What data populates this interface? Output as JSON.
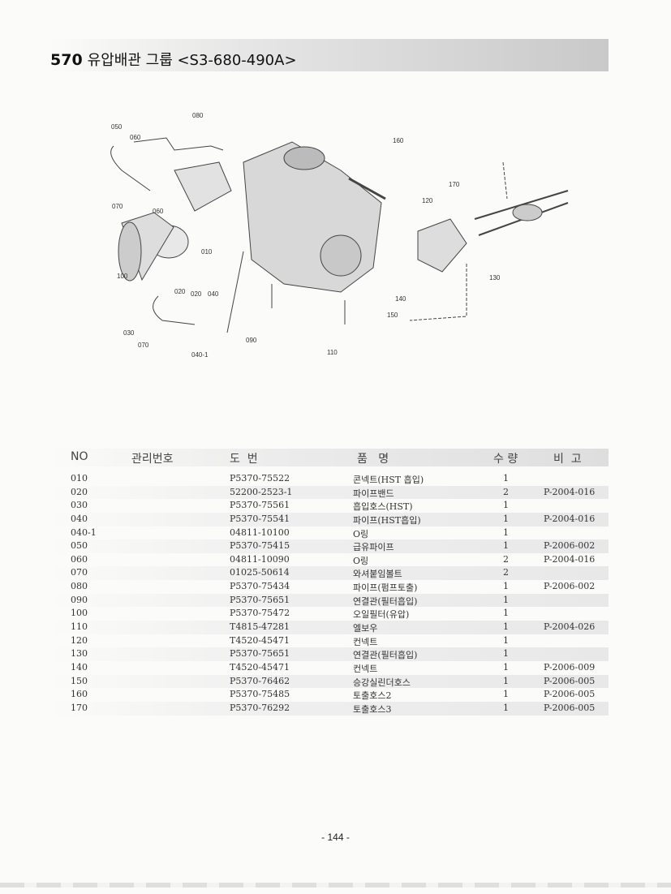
{
  "header": {
    "number": "570",
    "title": "유압배관 그룹 <S3-680-490A>"
  },
  "diagram": {
    "callouts": [
      "080",
      "050",
      "060",
      "160",
      "170",
      "120",
      "070",
      "060",
      "010",
      "100",
      "020",
      "040",
      "020",
      "030",
      "070",
      "040-1",
      "090",
      "110",
      "140",
      "150",
      "130"
    ]
  },
  "table": {
    "headers": [
      "NO",
      "관리번호",
      "도  번",
      "품   명",
      "수 량",
      "비  고"
    ],
    "rows": [
      {
        "no": "010",
        "mgmt": "",
        "drawing": "P5370-75522",
        "name": "콘넥트(HST 흡입)",
        "qty": "1",
        "note": ""
      },
      {
        "no": "020",
        "mgmt": "",
        "drawing": "52200-2523-1",
        "name": "파이프밴드",
        "qty": "2",
        "note": "P-2004-016"
      },
      {
        "no": "030",
        "mgmt": "",
        "drawing": "P5370-75561",
        "name": "흡입호스(HST)",
        "qty": "1",
        "note": ""
      },
      {
        "no": "040",
        "mgmt": "",
        "drawing": "P5370-75541",
        "name": "파이프(HST흡입)",
        "qty": "1",
        "note": "P-2004-016"
      },
      {
        "no": "040-1",
        "mgmt": "",
        "drawing": "04811-10100",
        "name": "O링",
        "qty": "1",
        "note": ""
      },
      {
        "no": "050",
        "mgmt": "",
        "drawing": "P5370-75415",
        "name": "급유파이프",
        "qty": "1",
        "note": "P-2006-002"
      },
      {
        "no": "060",
        "mgmt": "",
        "drawing": "04811-10090",
        "name": "O링",
        "qty": "2",
        "note": "P-2004-016"
      },
      {
        "no": "070",
        "mgmt": "",
        "drawing": "01025-50614",
        "name": "와셔붙임볼트",
        "qty": "2",
        "note": ""
      },
      {
        "no": "080",
        "mgmt": "",
        "drawing": "P5370-75434",
        "name": "파이프(펌프토출)",
        "qty": "1",
        "note": "P-2006-002"
      },
      {
        "no": "090",
        "mgmt": "",
        "drawing": "P5370-75651",
        "name": "연결관(필터흡입)",
        "qty": "1",
        "note": ""
      },
      {
        "no": "100",
        "mgmt": "",
        "drawing": "P5370-75472",
        "name": "오일필터(유압)",
        "qty": "1",
        "note": ""
      },
      {
        "no": "110",
        "mgmt": "",
        "drawing": "T4815-47281",
        "name": "엘보우",
        "qty": "1",
        "note": "P-2004-026"
      },
      {
        "no": "120",
        "mgmt": "",
        "drawing": "T4520-45471",
        "name": "컨넥트",
        "qty": "1",
        "note": ""
      },
      {
        "no": "130",
        "mgmt": "",
        "drawing": "P5370-75651",
        "name": "연결관(필터흡입)",
        "qty": "1",
        "note": ""
      },
      {
        "no": "140",
        "mgmt": "",
        "drawing": "T4520-45471",
        "name": "컨넥트",
        "qty": "1",
        "note": "P-2006-009"
      },
      {
        "no": "150",
        "mgmt": "",
        "drawing": "P5370-76462",
        "name": "승강실린더호스",
        "qty": "1",
        "note": "P-2006-005"
      },
      {
        "no": "160",
        "mgmt": "",
        "drawing": "P5370-75485",
        "name": "토출호스2",
        "qty": "1",
        "note": "P-2006-005"
      },
      {
        "no": "170",
        "mgmt": "",
        "drawing": "P5370-76292",
        "name": "토출호스3",
        "qty": "1",
        "note": "P-2006-005"
      }
    ]
  },
  "footer": {
    "page": "- 144 -"
  }
}
